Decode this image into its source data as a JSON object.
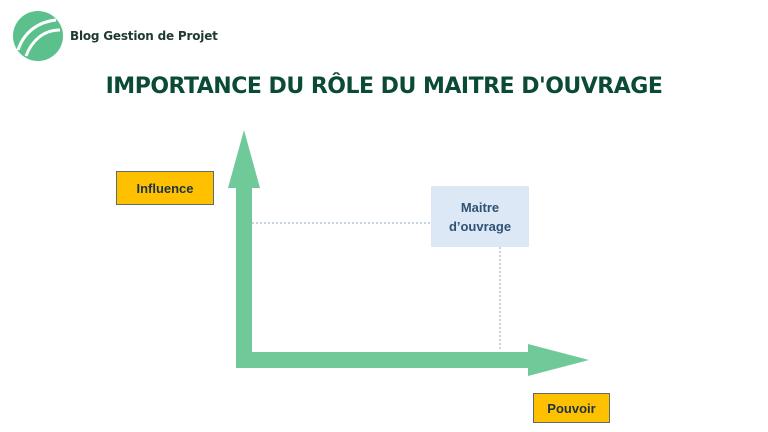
{
  "brand": {
    "name": "Blog Gestion de Projet",
    "logo_color": "#5cc08c"
  },
  "title": "IMPORTANCE DU RÔLE DU MAITRE D'OUVRAGE",
  "diagram": {
    "y_axis_label": "Influence",
    "x_axis_label": "Pouvoir",
    "point_label_line1": "Maitre",
    "point_label_line2": "d’ouvrage",
    "arrow_color": "#6fc998",
    "label_color": "#ffc000",
    "point_box_color": "#dce8f5",
    "guide_line_color": "#8fa9c4"
  }
}
